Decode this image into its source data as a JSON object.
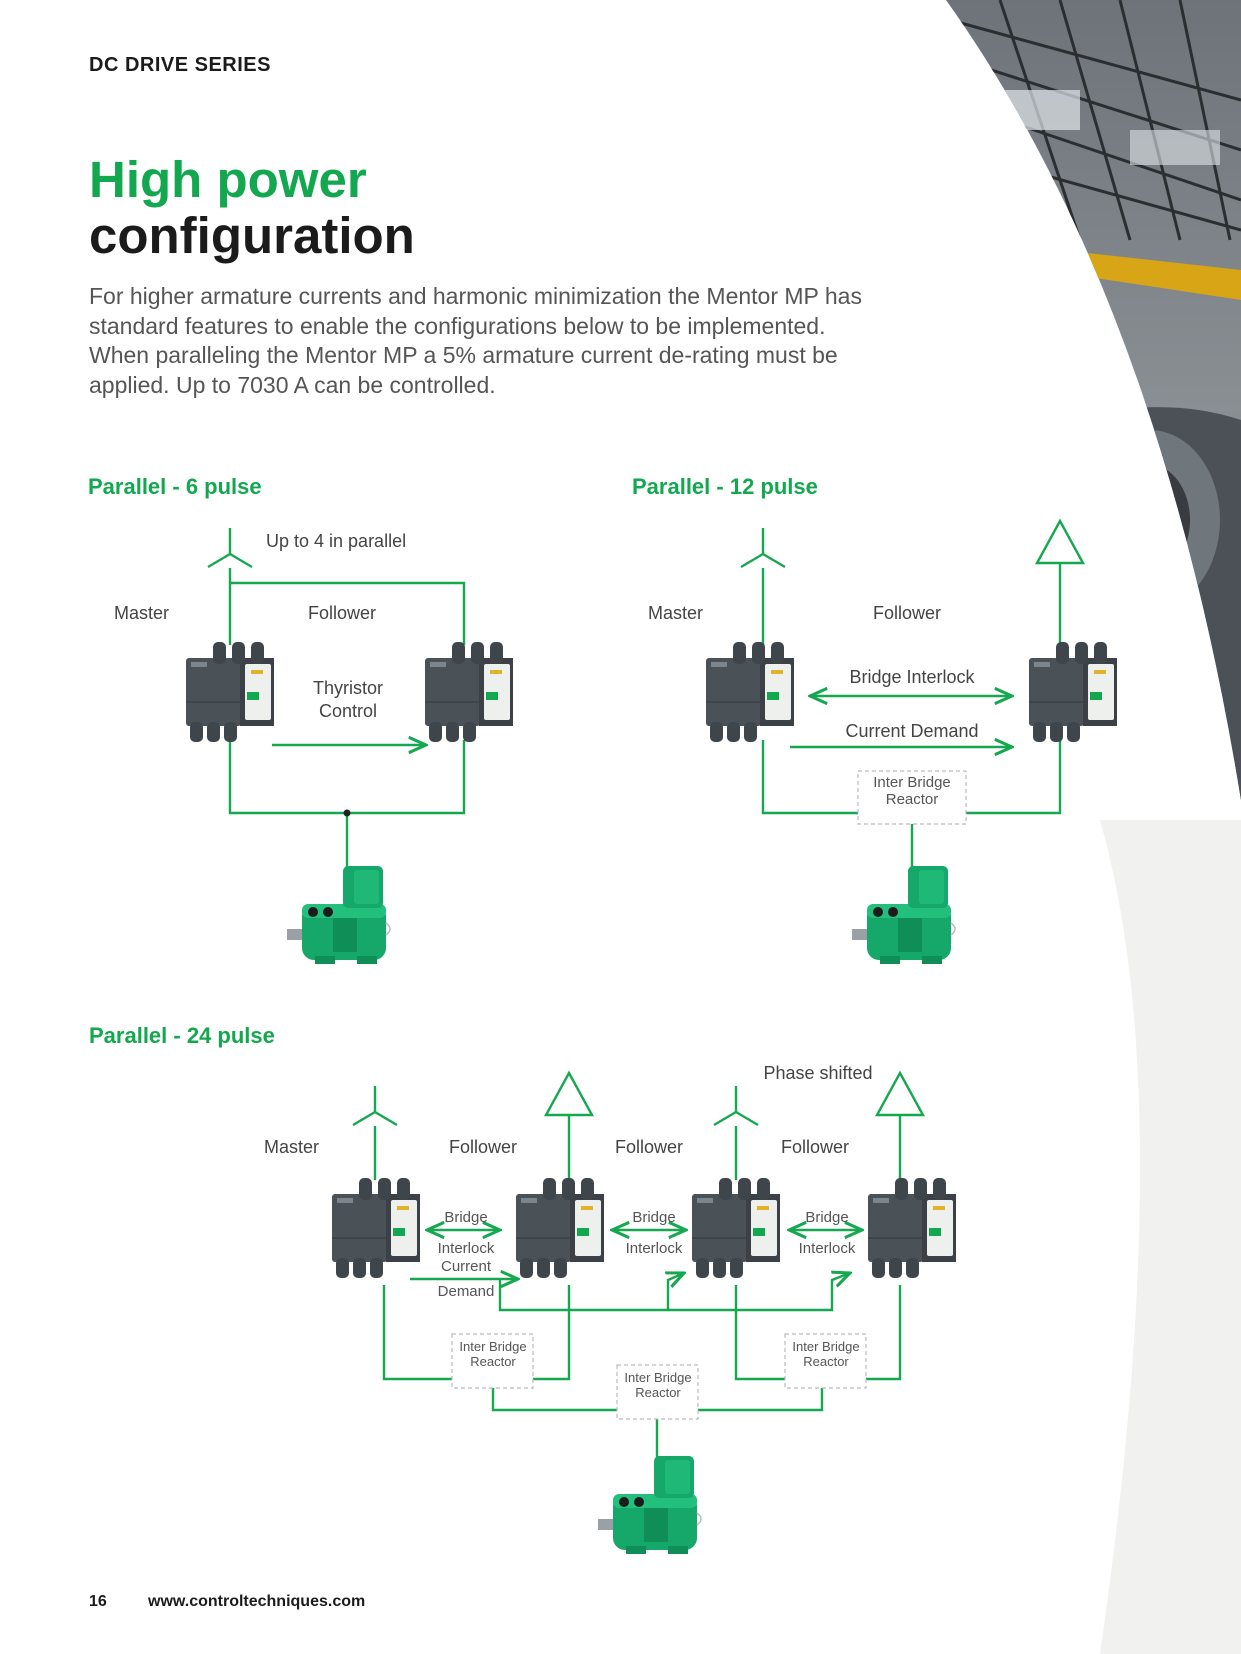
{
  "header": {
    "series": "DC DRIVE SERIES"
  },
  "title": {
    "line1": "High power",
    "line2": "configuration"
  },
  "intro": "For higher armature currents and harmonic minimization the Mentor MP has standard features to enable the configurations below to be implemented. When paralleling the Mentor MP a 5% armature current de-rating must be applied. Up to 7030 A can be controlled.",
  "colors": {
    "accent": "#13a84f",
    "wire": "#15a850",
    "text_dark": "#1b1b1b"
  },
  "icons": {
    "star": "star-winding-icon",
    "delta": "delta-winding-icon",
    "drive": "mentor-mp-drive",
    "motor": "dc-motor"
  },
  "sections": {
    "p6": {
      "title": "Parallel - 6 pulse",
      "note": "Up to 4 in parallel",
      "master": "Master",
      "follower": "Follower",
      "thyristor1": "Thyristor",
      "thyristor2": "Control"
    },
    "p12": {
      "title": "Parallel - 12 pulse",
      "master": "Master",
      "follower": "Follower",
      "bridge_interlock": "Bridge Interlock",
      "current_demand": "Current Demand",
      "reactor1": "Inter Bridge",
      "reactor2": "Reactor"
    },
    "p24": {
      "title": "Parallel - 24 pulse",
      "phase_shifted": "Phase shifted",
      "master": "Master",
      "follower1": "Follower",
      "follower2": "Follower",
      "follower3": "Follower",
      "bridge": "Bridge",
      "interlock": "Interlock",
      "current": "Current",
      "demand": "Demand",
      "reactor1": "Inter Bridge",
      "reactor2": "Reactor"
    }
  },
  "footer": {
    "page": "16",
    "url": "www.controltechniques.com"
  }
}
